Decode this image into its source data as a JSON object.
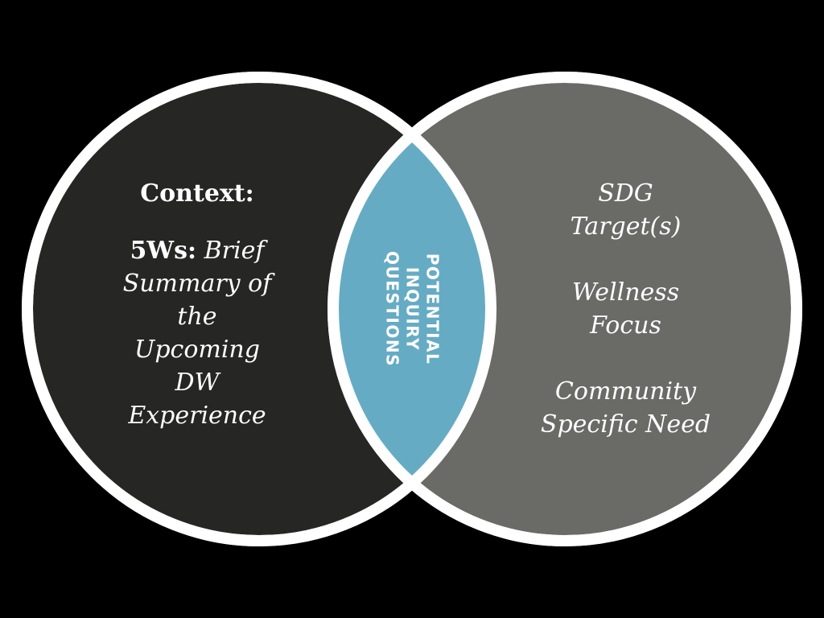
{
  "colors": {
    "background": "#000000",
    "left_circle": "#262624",
    "right_circle": "#6a6a66",
    "intersection": "#66abc4",
    "outline": "#ffffff",
    "text": "#ffffff"
  },
  "left": {
    "heading": "Context:",
    "prefix": "5Ws:",
    "lines": [
      "Brief",
      "Summary of",
      "the",
      "Upcoming",
      "DW",
      "Experience"
    ]
  },
  "center": {
    "lines": [
      "POTENTIAL",
      "INQUIRY",
      "QUESTIONS"
    ]
  },
  "right": {
    "groups": [
      [
        "SDG",
        "Target(s)"
      ],
      [
        "Wellness",
        "Focus"
      ],
      [
        "Community",
        "Specific Need"
      ]
    ]
  }
}
